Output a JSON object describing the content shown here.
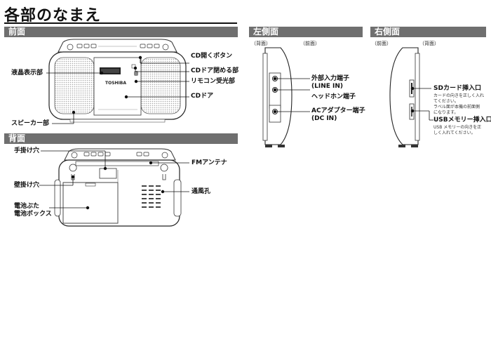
{
  "page_title": "各部のなまえ",
  "front": {
    "header": "前面",
    "brand": "TOSHIBA",
    "labels": {
      "lcd": "液晶表示部",
      "speaker": "スピーカー部",
      "cd_open_button": "CD開くボタン",
      "cd_door_close": "CDドア閉める部",
      "remote_sensor": "リモコン受光部",
      "cd_door": "CDドア"
    }
  },
  "back": {
    "header": "背面",
    "labels": {
      "hand_hole": "手掛け穴",
      "wall_hole": "壁掛け穴",
      "battery_cover": "電池ぶた",
      "battery_box": "電池ボックス",
      "fm_antenna": "FMアンテナ",
      "vent": "通風孔"
    }
  },
  "left_side": {
    "header": "左側面",
    "view_back": "（背面）",
    "view_front": "（前面）",
    "labels": {
      "line_in": "外部入力端子",
      "line_in_sub": "(LINE IN)",
      "headphone": "ヘッドホン端子",
      "dc_in": "ACアダプター端子",
      "dc_in_sub": "(DC IN)"
    }
  },
  "right_side": {
    "header": "右側面",
    "view_front": "（前面）",
    "view_back": "（背面）",
    "labels": {
      "sd": "SDカード挿入口",
      "sd_note_1": "カードの向きを正しく入れ",
      "sd_note_2": "てください。",
      "sd_note_3": "ラベル面が本機の前面側",
      "sd_note_4": "になります。",
      "usb": "USBメモリー挿入口",
      "usb_note_1": "USB メモリーの向きを正",
      "usb_note_2": "しく入れてください。"
    }
  }
}
